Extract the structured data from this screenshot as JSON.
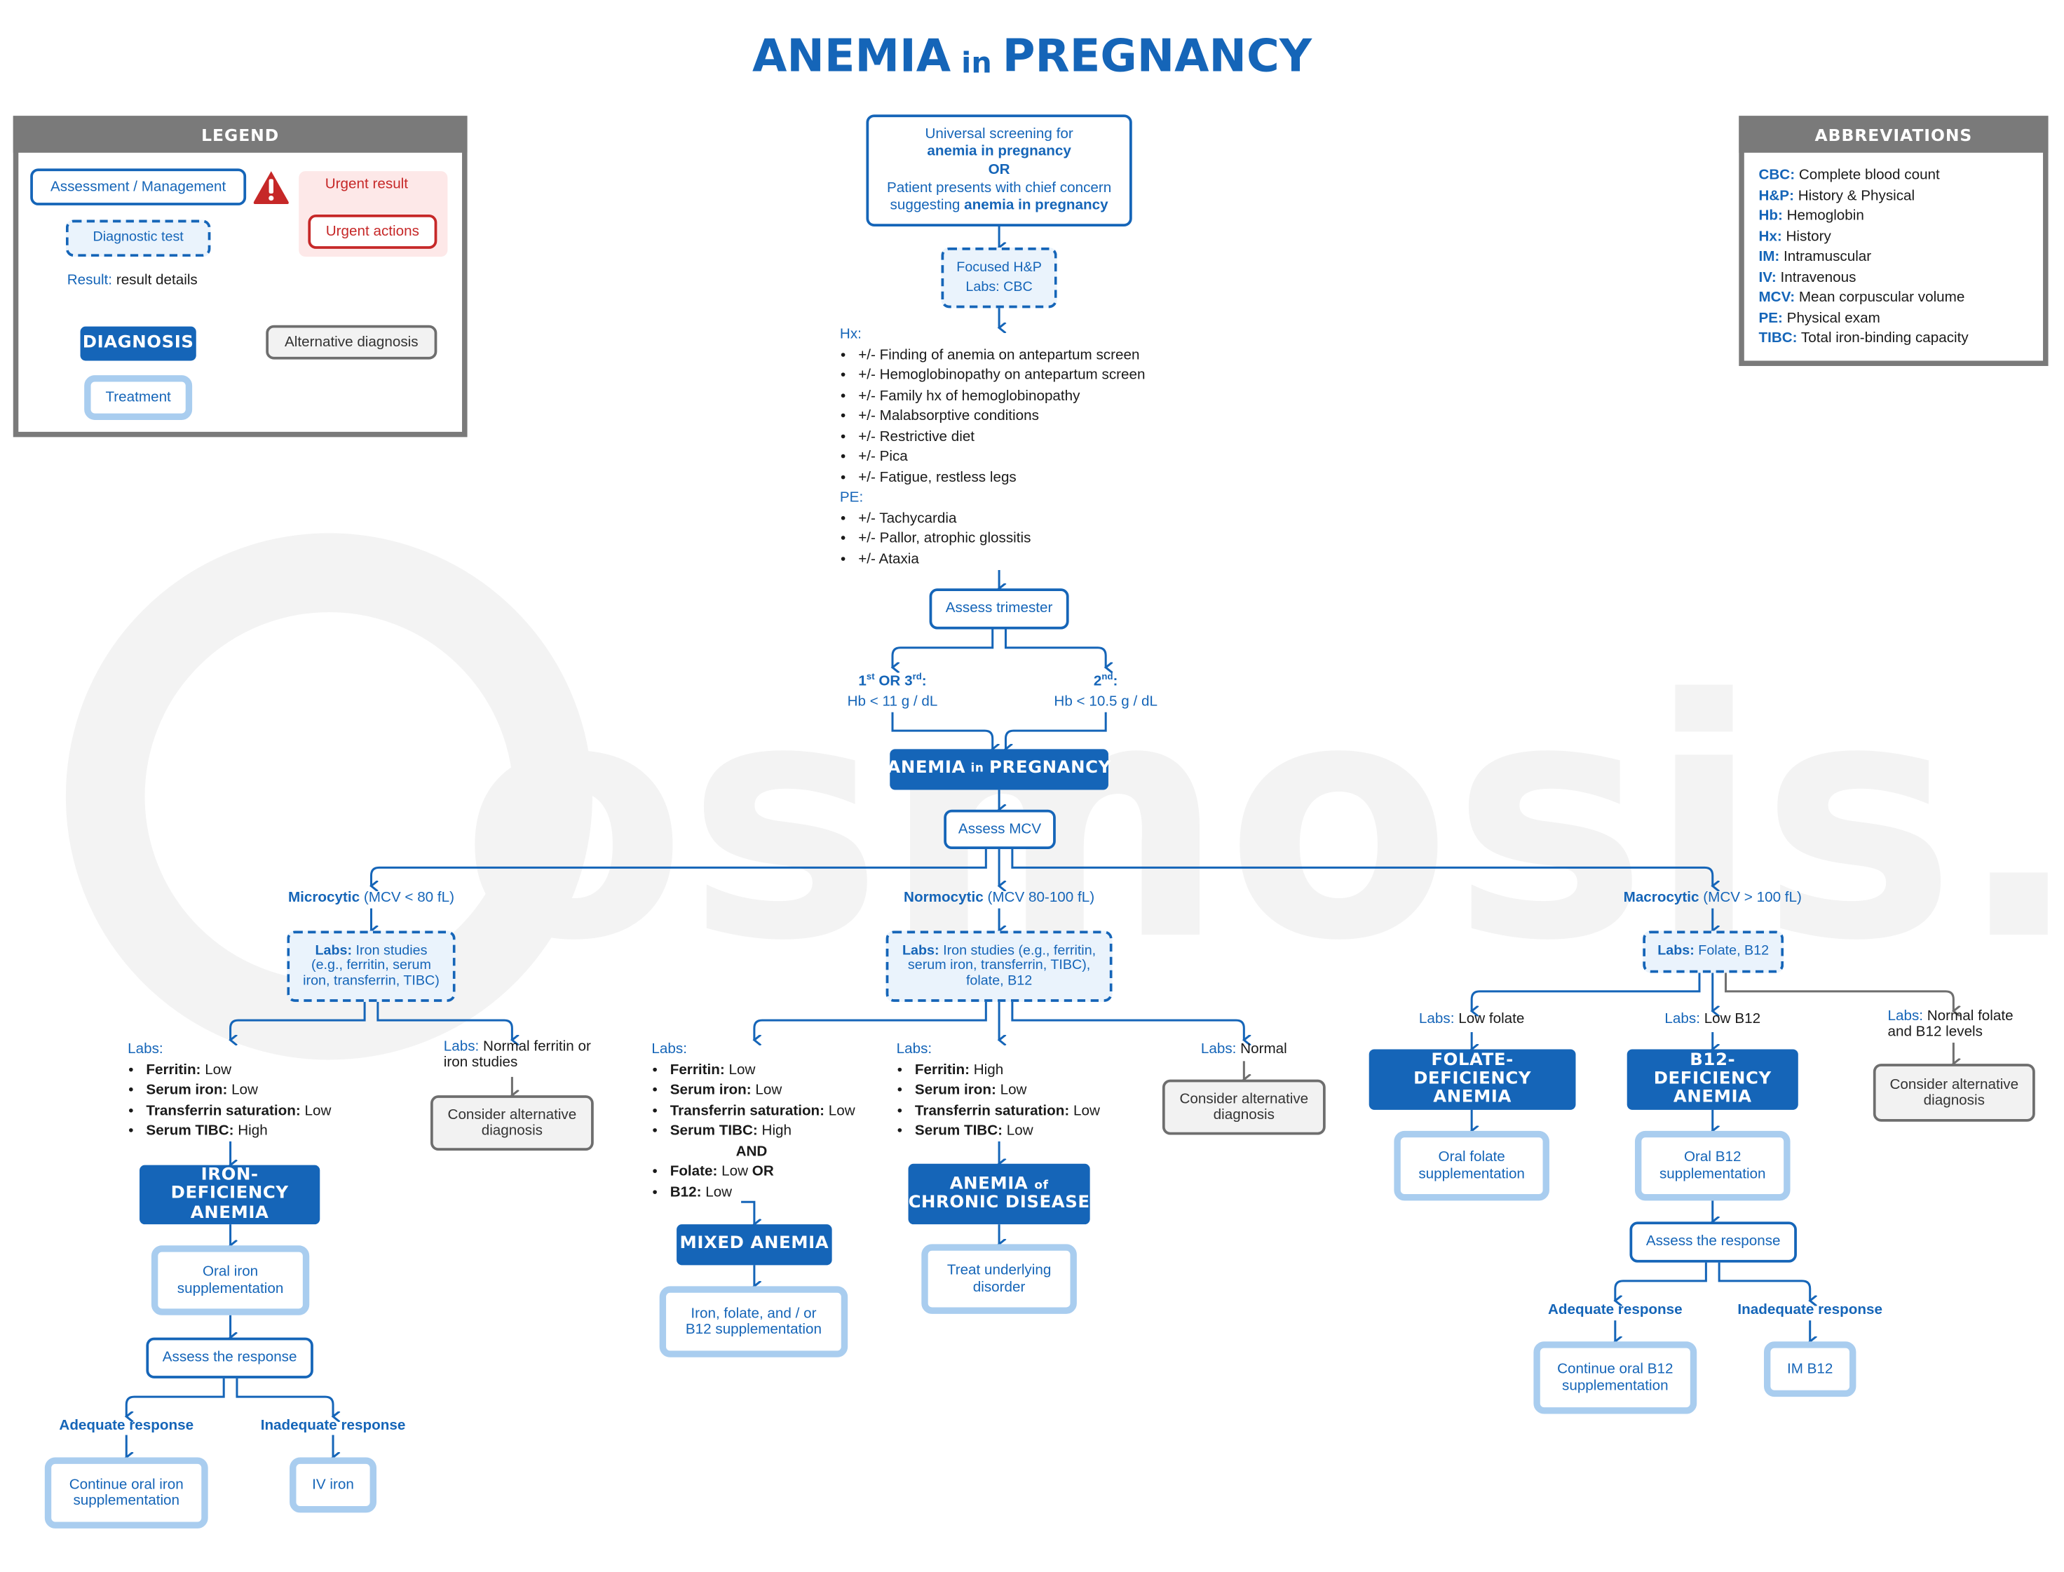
{
  "title": {
    "main": "ANEMIA",
    "in": "in",
    "rest": "PREGNANCY"
  },
  "watermark": "osmosis.org",
  "legend": {
    "header": "LEGEND",
    "assessment": "Assessment / Management",
    "urgent_result": "Urgent result",
    "urgent_actions": "Urgent actions",
    "diagnostic_test": "Diagnostic test",
    "result_label": "Result:",
    "result_details": "result details",
    "diagnosis": "DIAGNOSIS",
    "alternative": "Alternative diagnosis",
    "treatment": "Treatment"
  },
  "abbreviations": {
    "header": "ABBREVIATIONS",
    "items": [
      {
        "abbr": "CBC:",
        "def": "Complete blood count"
      },
      {
        "abbr": "H&P:",
        "def": "History & Physical"
      },
      {
        "abbr": "Hb:",
        "def": "Hemoglobin"
      },
      {
        "abbr": "Hx:",
        "def": "History"
      },
      {
        "abbr": "IM:",
        "def": "Intramuscular"
      },
      {
        "abbr": "IV:",
        "def": "Intravenous"
      },
      {
        "abbr": "MCV:",
        "def": "Mean corpuscular volume"
      },
      {
        "abbr": "PE:",
        "def": "Physical exam"
      },
      {
        "abbr": "TIBC:",
        "def": "Total iron-binding capacity"
      }
    ]
  },
  "start": {
    "l1": "Universal screening for",
    "l2": "anemia in pregnancy",
    "or": "OR",
    "l3": "Patient presents with chief concern",
    "l4a": "suggesting ",
    "l4b": "anemia in pregnancy"
  },
  "focused": {
    "l1": "Focused H&P",
    "l2": "Labs: CBC"
  },
  "hx": {
    "label": "Hx:",
    "items": [
      "+/- Finding of anemia on antepartum screen",
      "+/- Hemoglobinopathy on antepartum screen",
      "+/- Family hx of hemoglobinopathy",
      "+/- Malabsorptive conditions",
      "+/- Restrictive diet",
      "+/- Pica",
      "+/- Fatigue, restless legs"
    ]
  },
  "pe": {
    "label": "PE:",
    "items": [
      "+/- Tachycardia",
      "+/- Pallor, atrophic glossitis",
      "+/- Ataxia"
    ]
  },
  "assess_trimester": "Assess trimester",
  "tri_left": {
    "a": "1",
    "a_sup": "st",
    "or": "OR",
    "b": "3",
    "b_sup": "rd",
    "colon": ":",
    "hb": "Hb < 11 g / dL"
  },
  "tri_right": {
    "a": "2",
    "a_sup": "nd",
    "colon": ":",
    "hb": "Hb < 10.5 g / dL"
  },
  "anemia_dx": {
    "a": "ANEMIA",
    "in": "in",
    "b": "PREGNANCY"
  },
  "assess_mcv": "Assess MCV",
  "micro": {
    "title_b": "Microcytic",
    "title_r": " (MCV < 80 fL)",
    "labs_b": "Labs:",
    "labs_r": " Iron studies (e.g., ferritin, serum iron, transferrin, TIBC)",
    "left": {
      "label": "Labs:",
      "items": [
        {
          "k": "Ferritin:",
          "v": " Low"
        },
        {
          "k": "Serum iron:",
          "v": " Low"
        },
        {
          "k": "Transferrin saturation:",
          "v": " Low"
        },
        {
          "k": "Serum TIBC:",
          "v": " High"
        }
      ]
    },
    "right": {
      "label": "Labs:",
      "text": " Normal ferritin or iron studies"
    },
    "alt": "Consider alternative diagnosis",
    "dx": "IRON-DEFICIENCY ANEMIA",
    "tx": "Oral iron supplementation",
    "assess": "Assess the response",
    "adequate": "Adequate response",
    "inadequate": "Inadequate response",
    "continue": "Continue oral iron supplementation",
    "iv": "IV iron"
  },
  "normo": {
    "title_b": "Normocytic",
    "title_r": " (MCV 80-100 fL)",
    "labs_b": "Labs:",
    "labs_r": " Iron studies (e.g., ferritin, serum iron, transferrin, TIBC), folate, B12",
    "mixed_labs": {
      "label": "Labs:",
      "items": [
        {
          "k": "Ferritin:",
          "v": " Low"
        },
        {
          "k": "Serum iron:",
          "v": " Low"
        },
        {
          "k": "Transferrin saturation:",
          "v": " Low"
        },
        {
          "k": "Serum TIBC:",
          "v": " High"
        }
      ],
      "and": "AND",
      "items2": [
        {
          "k": "Folate:",
          "v": " Low ",
          "x": "OR"
        },
        {
          "k": "B12:",
          "v": " Low",
          "x": ""
        }
      ]
    },
    "mixed_dx": "MIXED ANEMIA",
    "mixed_tx": "Iron, folate, and / or B12 supplementation",
    "chronic_labs": {
      "label": "Labs:",
      "items": [
        {
          "k": "Ferritin:",
          "v": " High"
        },
        {
          "k": "Serum iron:",
          "v": " Low"
        },
        {
          "k": "Transferrin saturation:",
          "v": " Low"
        },
        {
          "k": "Serum TIBC:",
          "v": " Low"
        }
      ]
    },
    "chronic_dx_a": "ANEMIA",
    "chronic_dx_of": "of",
    "chronic_dx_b": "CHRONIC DISEASE",
    "chronic_tx": "Treat underlying disorder",
    "normal_label": "Labs:",
    "normal_text": " Normal",
    "alt": "Consider alternative diagnosis"
  },
  "macro": {
    "title_b": "Macrocytic",
    "title_r": " (MCV > 100 fL)",
    "labs_b": "Labs:",
    "labs_r": " Folate, B12",
    "folate_label": "Labs:",
    "folate_text": " Low folate",
    "b12_label": "Labs:",
    "b12_text": " Low B12",
    "normal_label": "Labs:",
    "normal_text": " Normal folate and B12 levels",
    "folate_dx": "FOLATE-DEFICIENCY ANEMIA",
    "b12_dx": "B12-DEFICIENCY ANEMIA",
    "alt": "Consider alternative diagnosis",
    "folate_tx": "Oral folate supplementation",
    "b12_tx": "Oral B12 supplementation",
    "assess": "Assess the response",
    "adequate": "Adequate response",
    "inadequate": "Inadequate response",
    "continue": "Continue oral B12 supplementation",
    "im": "IM B12"
  },
  "colors": {
    "primary": "#1565b8",
    "light": "#a9cdef",
    "urgent": "#c62828",
    "gray": "#7a7a7a"
  }
}
